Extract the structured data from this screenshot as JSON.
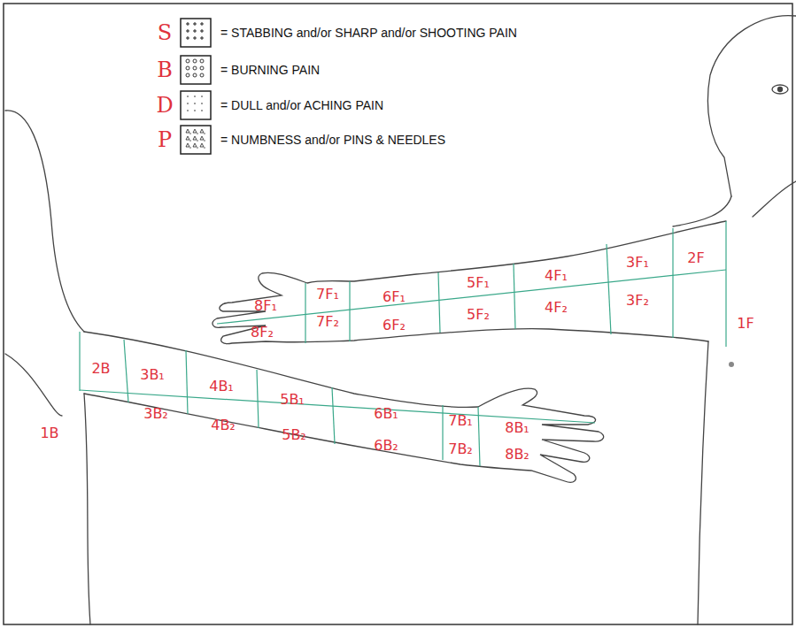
{
  "diagram": {
    "labels": [
      "S",
      "B",
      "D",
      "P",
      "2F",
      "3F₁",
      "3F₂",
      "4F₁",
      "4F₂",
      "5F₁",
      "5F₂",
      "6F₁",
      "6F₂",
      "7F₁",
      "7F₂",
      "8F₁",
      "8F₂",
      "1F",
      "1B",
      "2B",
      "3B₁",
      "3B₂",
      "4B₁",
      "4B₂",
      "5B₁",
      "5B₂",
      "6B₁",
      "6B₂",
      "7B₁",
      "7B₂",
      "8B₁",
      "8B₂"
    ],
    "legend": [
      {
        "text": "= STABBING and/or SHARP and/or SHOOTING PAIN"
      },
      {
        "text": "= BURNING PAIN"
      },
      {
        "text": "= DULL and/or ACHING PAIN"
      },
      {
        "text": "= NUMBNESS and/or PINS & NEEDLES"
      }
    ]
  }
}
